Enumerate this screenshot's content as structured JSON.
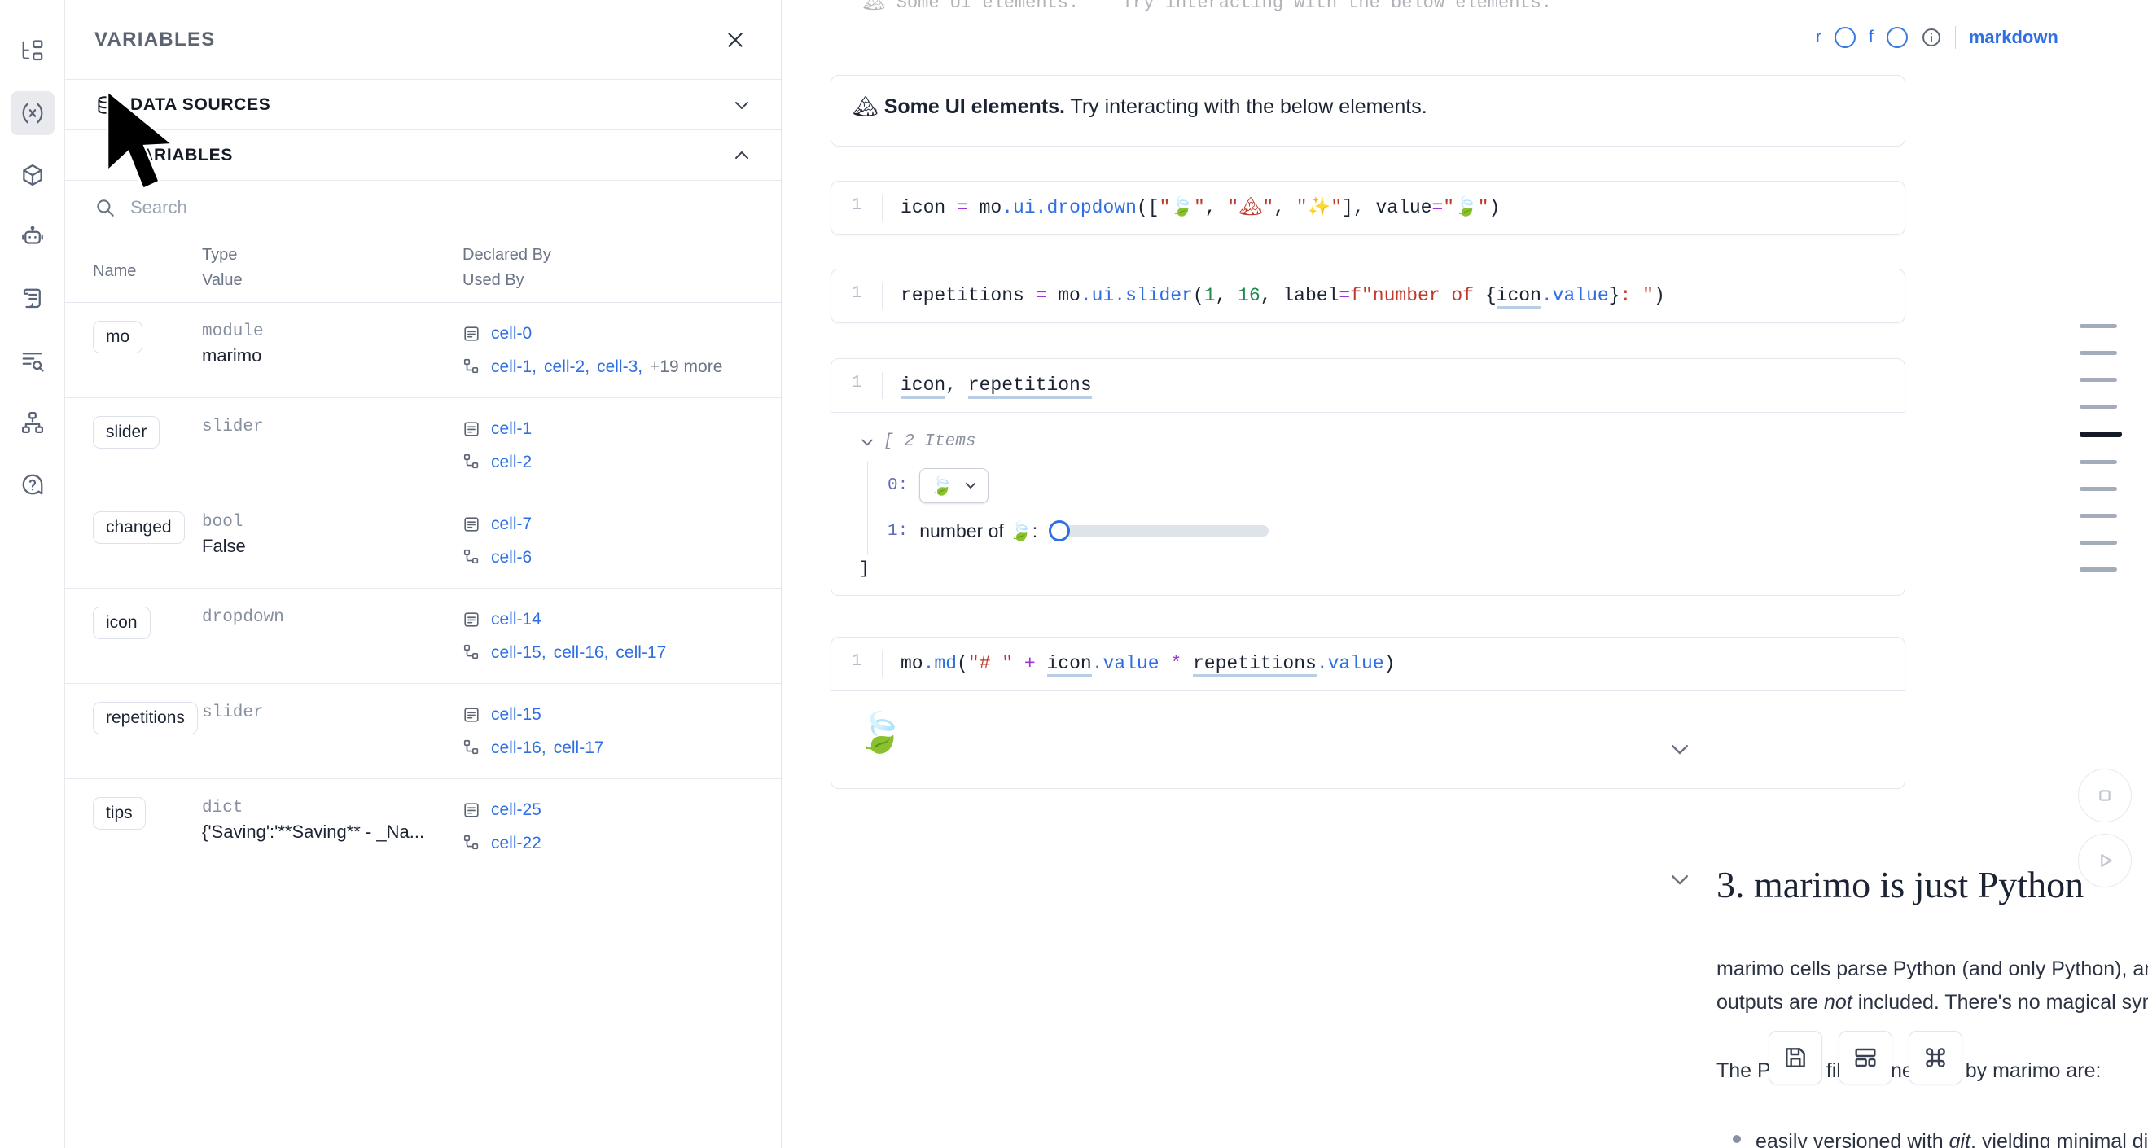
{
  "activity_bar": {
    "items": [
      {
        "icon": "file-tree-icon",
        "name": "file-explorer",
        "active": false
      },
      {
        "icon": "variables-x-icon",
        "name": "variables",
        "active": true
      },
      {
        "icon": "package-cube-icon",
        "name": "packages",
        "active": false
      },
      {
        "icon": "robot-icon",
        "name": "ai-assistant",
        "active": false
      },
      {
        "icon": "scroll-doc-icon",
        "name": "documentation",
        "active": false
      },
      {
        "icon": "outline-search-icon",
        "name": "outline",
        "active": false
      },
      {
        "icon": "dependency-graph-icon",
        "name": "dependency-graph",
        "active": false
      },
      {
        "icon": "help-circle-icon",
        "name": "help",
        "active": false
      }
    ]
  },
  "panel": {
    "title": "VARIABLES",
    "close_icon": "close-icon",
    "sections": [
      {
        "label": "DATA SOURCES",
        "icon": "database-icon",
        "chevron": "chevron-down-icon",
        "expanded": false
      },
      {
        "label": "VARIABLES",
        "icon": "",
        "chevron": "chevron-up-icon",
        "expanded": true
      }
    ],
    "search": {
      "placeholder": "Search",
      "value": "",
      "icon": "search-icon"
    },
    "table": {
      "headers": {
        "name": "Name",
        "type": "Type",
        "value": "Value",
        "declared_by": "Declared By",
        "used_by": "Used By"
      },
      "rows": [
        {
          "name": "mo",
          "type": "module",
          "value": "marimo",
          "declared_by": [
            "cell-0"
          ],
          "used_by": [
            "cell-1",
            "cell-2",
            "cell-3"
          ],
          "used_by_more": "+19 more"
        },
        {
          "name": "slider",
          "type": "slider",
          "value": "",
          "declared_by": [
            "cell-1"
          ],
          "used_by": [
            "cell-2"
          ],
          "used_by_more": ""
        },
        {
          "name": "changed",
          "type": "bool",
          "value": "False",
          "declared_by": [
            "cell-7"
          ],
          "used_by": [
            "cell-6"
          ],
          "used_by_more": ""
        },
        {
          "name": "icon",
          "type": "dropdown",
          "value": "",
          "declared_by": [
            "cell-14"
          ],
          "used_by": [
            "cell-15",
            "cell-16",
            "cell-17"
          ],
          "used_by_more": ""
        },
        {
          "name": "repetitions",
          "type": "slider",
          "value": "",
          "declared_by": [
            "cell-15"
          ],
          "used_by": [
            "cell-16",
            "cell-17"
          ],
          "used_by_more": ""
        },
        {
          "name": "tips",
          "type": "dict",
          "value": "{'Saving':'**Saving** - _Na...",
          "declared_by": [
            "cell-25"
          ],
          "used_by": [
            "cell-22"
          ],
          "used_by_more": ""
        }
      ]
    }
  },
  "notebook": {
    "top_cell": {
      "line_number": "1",
      "code_faded": "\"\"\"🏔 Some UI elements.\"\"\" Try interacting with the below elements.",
      "toolbar": {
        "r_label": "r",
        "f_label": "f",
        "info_icon": "info-icon",
        "language": "markdown"
      },
      "output_emoji": "🏔",
      "output_bold": "Some UI elements.",
      "output_rest": "Try interacting with the below elements."
    },
    "cells": [
      {
        "line_number": "1",
        "tokens": [
          {
            "t": "icon ",
            "c": "plain"
          },
          {
            "t": "=",
            "c": "op"
          },
          {
            "t": " mo",
            "c": "plain"
          },
          {
            "t": ".ui",
            "c": "attr"
          },
          {
            "t": ".dropdown",
            "c": "attr"
          },
          {
            "t": "([",
            "c": "plain"
          },
          {
            "t": "\"🍃\"",
            "c": "str"
          },
          {
            "t": ", ",
            "c": "plain"
          },
          {
            "t": "\"🏔\"",
            "c": "str"
          },
          {
            "t": ", ",
            "c": "plain"
          },
          {
            "t": "\"✨\"",
            "c": "str"
          },
          {
            "t": "], ",
            "c": "plain"
          },
          {
            "t": "value",
            "c": "plain"
          },
          {
            "t": "=",
            "c": "op"
          },
          {
            "t": "\"🍃\"",
            "c": "str"
          },
          {
            "t": ")",
            "c": "plain"
          }
        ]
      },
      {
        "line_number": "1",
        "tokens": [
          {
            "t": "repetitions ",
            "c": "plain"
          },
          {
            "t": "=",
            "c": "op"
          },
          {
            "t": " mo",
            "c": "plain"
          },
          {
            "t": ".ui",
            "c": "attr"
          },
          {
            "t": ".slider",
            "c": "attr"
          },
          {
            "t": "(",
            "c": "plain"
          },
          {
            "t": "1",
            "c": "num"
          },
          {
            "t": ", ",
            "c": "plain"
          },
          {
            "t": "16",
            "c": "num"
          },
          {
            "t": ", ",
            "c": "plain"
          },
          {
            "t": "label",
            "c": "plain"
          },
          {
            "t": "=",
            "c": "op"
          },
          {
            "t": "f\"number of ",
            "c": "str"
          },
          {
            "t": "{",
            "c": "plain"
          },
          {
            "t": "icon",
            "c": "underline"
          },
          {
            "t": ".value",
            "c": "attr"
          },
          {
            "t": "}",
            "c": "plain"
          },
          {
            "t": ": \"",
            "c": "str"
          },
          {
            "t": ")",
            "c": "plain"
          }
        ]
      }
    ],
    "ui_cell": {
      "line_number": "1",
      "tokens": [
        {
          "t": "icon",
          "c": "underline"
        },
        {
          "t": ", ",
          "c": "plain"
        },
        {
          "t": "repetitions",
          "c": "underline"
        }
      ],
      "tree": {
        "header": "[ 2 Items",
        "chevron": "chevron-down-icon",
        "items": [
          {
            "index": "0:",
            "kind": "dropdown",
            "selected_emoji": "🍃",
            "chevron": "chevron-down-icon"
          },
          {
            "index": "1:",
            "kind": "slider",
            "label": "number of 🍃:",
            "value": 1,
            "min": 1,
            "max": 16
          }
        ],
        "close": "]"
      }
    },
    "md_cell": {
      "line_number": "1",
      "tokens": [
        {
          "t": "mo",
          "c": "plain"
        },
        {
          "t": ".md",
          "c": "attr"
        },
        {
          "t": "(",
          "c": "plain"
        },
        {
          "t": "\"# \"",
          "c": "str"
        },
        {
          "t": " ",
          "c": "plain"
        },
        {
          "t": "+",
          "c": "op"
        },
        {
          "t": " ",
          "c": "plain"
        },
        {
          "t": "icon",
          "c": "underline"
        },
        {
          "t": ".value",
          "c": "attr"
        },
        {
          "t": " ",
          "c": "plain"
        },
        {
          "t": "*",
          "c": "op"
        },
        {
          "t": " ",
          "c": "plain"
        },
        {
          "t": "repetitions",
          "c": "underline"
        },
        {
          "t": ".value",
          "c": "attr"
        },
        {
          "t": ")",
          "c": "plain"
        }
      ],
      "output_emoji": "🍃"
    },
    "section": {
      "heading": "3. marimo is just Python",
      "chevron": "chevron-down-icon",
      "paragraph_1a": "marimo cells parse Python (and only Python), and marimo notebooks are stored as pure Python files",
      "paragraph_1b_pre": "— outputs are ",
      "paragraph_1b_em": "not",
      "paragraph_1b_post": " included. There's no magical syntax.",
      "paragraph_2": "The Python files generated by marimo are:",
      "bullet_1_pre": "easily versioned with ",
      "bullet_1_em": "git",
      "bullet_1_post": ", yielding minimal diffs"
    },
    "top_right_buttons": [
      {
        "name": "menu-button",
        "icon": "hamburger-icon"
      },
      {
        "name": "settings-button",
        "icon": "gear-icon"
      },
      {
        "name": "delete-button",
        "icon": "close-icon"
      }
    ],
    "bottom_buttons": [
      {
        "name": "save-button",
        "icon": "save-disk-icon"
      },
      {
        "name": "layout-button",
        "icon": "layout-grid-icon"
      },
      {
        "name": "command-palette-button",
        "icon": "command-key-icon"
      }
    ],
    "run_controls": [
      {
        "name": "interrupt-button",
        "icon": "stop-square-icon"
      },
      {
        "name": "run-all-button",
        "icon": "play-triangle-icon"
      }
    ],
    "minimap": {
      "dashes": [
        false,
        false,
        false,
        false,
        true,
        false,
        false,
        false,
        false,
        false
      ]
    }
  },
  "colors": {
    "link": "#2f6fe4",
    "accent": "#3b7ae0",
    "danger": "#d9534f",
    "muted": "#6b7484",
    "border": "#e7e9ee"
  }
}
